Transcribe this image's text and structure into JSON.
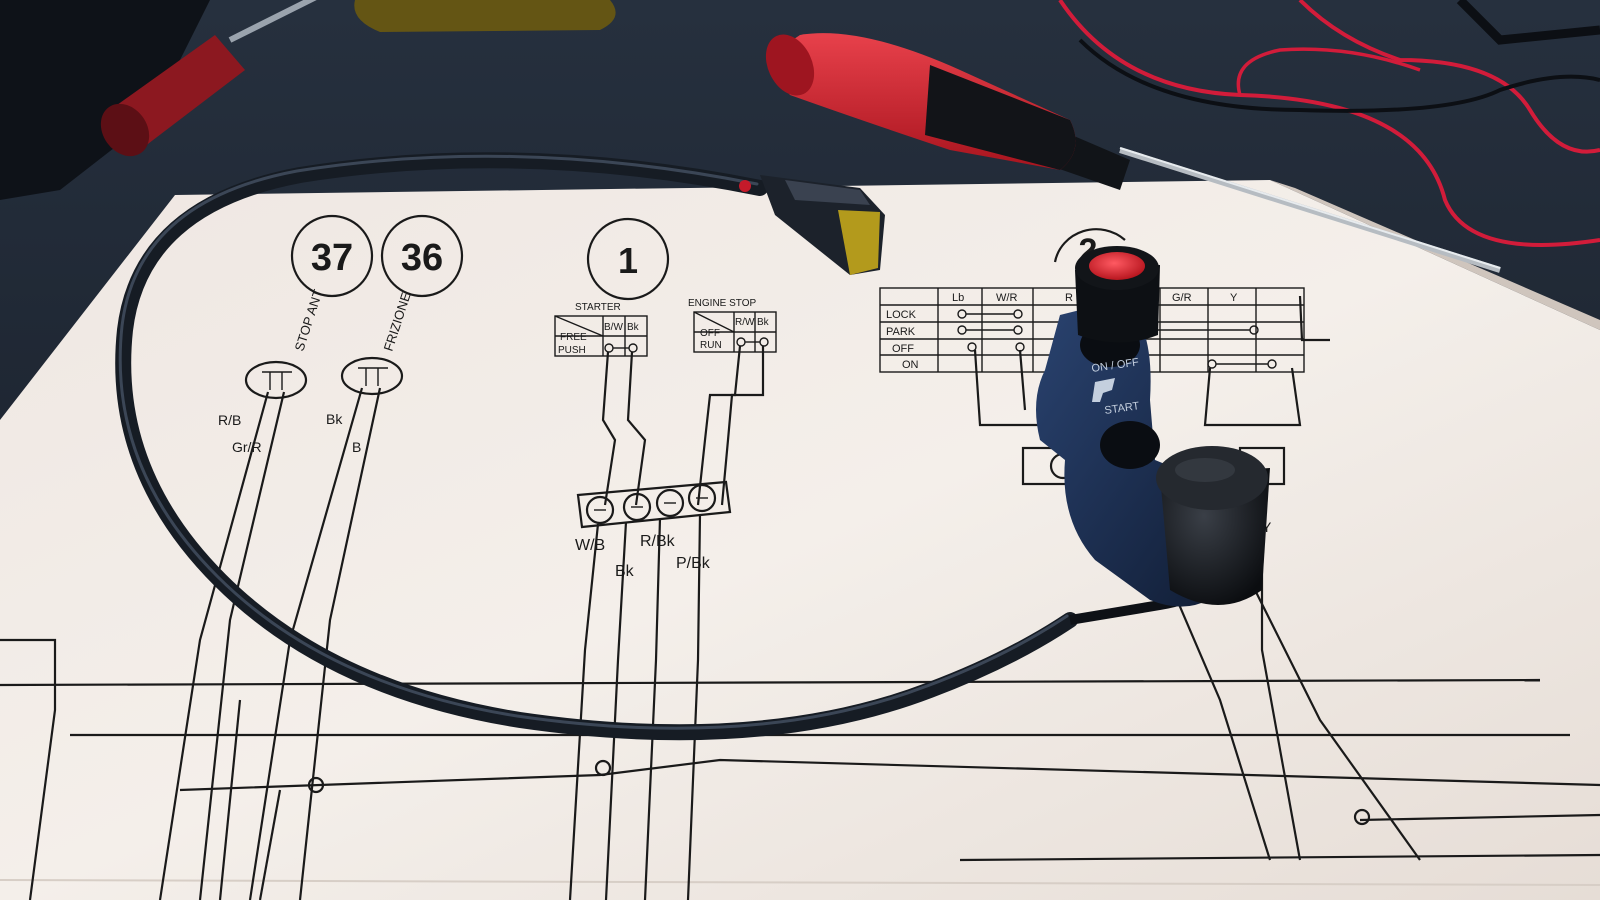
{
  "photo": {
    "colors": {
      "table": "#1c2330",
      "paper": "#f2ece6",
      "ink": "#1a1a1a",
      "cable": "#1e2630",
      "handle_red": "#d52a35",
      "switch_body": "#1b2f52",
      "button_red": "#e0303c"
    }
  },
  "diagram": {
    "badges": [
      "37",
      "36",
      "1",
      "2"
    ],
    "stop_ant": "STOP ANT",
    "frizione": "FRIZIONE",
    "left_wires": [
      "R/B",
      "Gr/R",
      "Bk",
      "B"
    ],
    "starter": {
      "title": "STARTER",
      "cols": [
        "B/W",
        "Bk"
      ],
      "rows": [
        "FREE",
        "PUSH"
      ]
    },
    "engine_stop": {
      "title": "ENGINE STOP",
      "cols": [
        "R/W",
        "Bk"
      ],
      "rows": [
        "OFF",
        "RUN"
      ]
    },
    "connector_wires": [
      "W/B",
      "Bk",
      "R/Bk",
      "P/Bk"
    ],
    "ignition": {
      "cols": [
        "Lb",
        "W/R",
        "R",
        "",
        "G/R",
        "Y"
      ],
      "rows": [
        "LOCK",
        "PARK",
        "OFF",
        "ON"
      ]
    },
    "y_label": "Y"
  },
  "switch": {
    "on_off": "ON / OFF",
    "start": "START",
    "logo_icon": "brand-logo-icon"
  }
}
